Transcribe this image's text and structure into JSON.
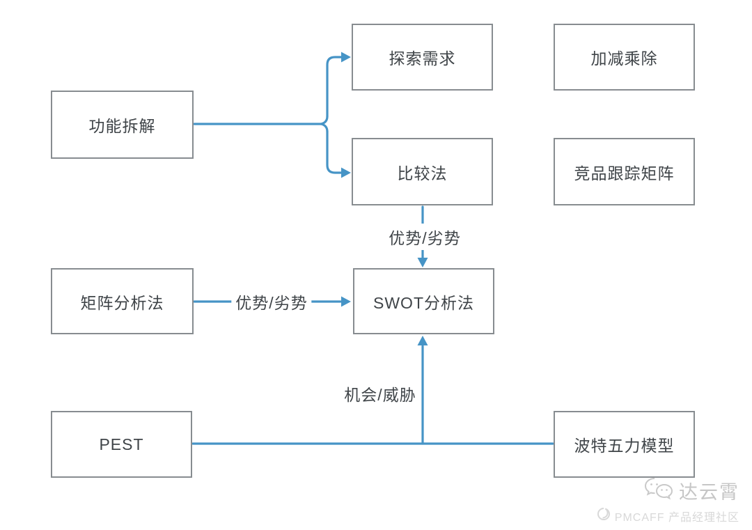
{
  "diagram": {
    "nodes": [
      {
        "id": "gongneng",
        "label": "功能拆解"
      },
      {
        "id": "tansuo",
        "label": "探索需求"
      },
      {
        "id": "jiajian",
        "label": "加减乘除"
      },
      {
        "id": "bijiao",
        "label": "比较法"
      },
      {
        "id": "jingpin",
        "label": "竞品跟踪矩阵"
      },
      {
        "id": "juzhen",
        "label": "矩阵分析法"
      },
      {
        "id": "swot",
        "label": "SWOT分析法"
      },
      {
        "id": "pest",
        "label": "PEST"
      },
      {
        "id": "bote",
        "label": "波特五力模型"
      }
    ],
    "edges": [
      {
        "from": "功能拆解",
        "to": "探索需求",
        "label": ""
      },
      {
        "from": "功能拆解",
        "to": "比较法",
        "label": ""
      },
      {
        "from": "比较法",
        "to": "SWOT分析法",
        "label": "优势/劣势"
      },
      {
        "from": "矩阵分析法",
        "to": "SWOT分析法",
        "label": "优势/劣势"
      },
      {
        "from": "PEST",
        "to": "SWOT分析法",
        "label": "机会/威胁"
      },
      {
        "from": "波特五力模型",
        "to": "SWOT分析法",
        "label": "机会/威胁"
      }
    ],
    "colors": {
      "connector": "#4694c6",
      "node_border": "#878c90",
      "node_text": "#3f4448",
      "background": "#ffffff",
      "watermark_primary": "#c6c6c6",
      "watermark_secondary": "#d8d8d8"
    }
  },
  "watermark": {
    "line1": "达云霄",
    "line2": "PMCAFF 产品经理社区"
  }
}
